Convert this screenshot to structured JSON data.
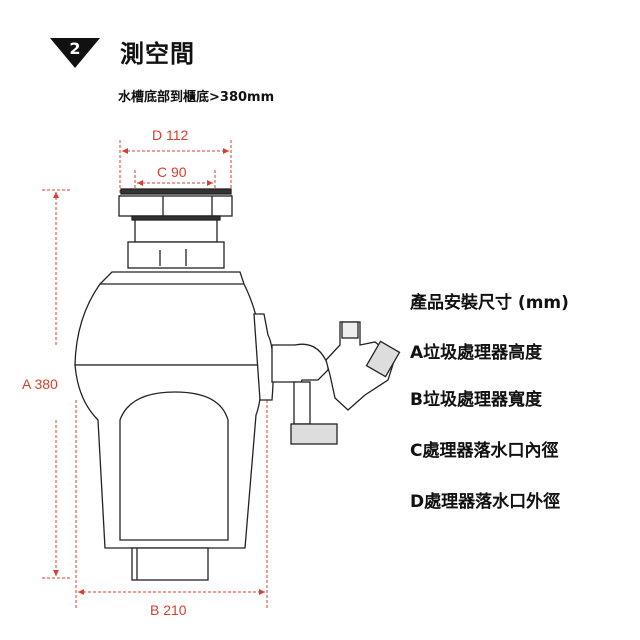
{
  "header": {
    "step_number": "2",
    "title": "測空間",
    "subtitle": "水槽底部到櫃底>380mm"
  },
  "dimensions": {
    "d": "D 112",
    "c": "C 90",
    "a": "A 380",
    "b": "B 210",
    "color": "#d7402e"
  },
  "specs": {
    "heading": "產品安裝尺寸 (mm)",
    "items": [
      "A垃圾處理器高度",
      "B垃圾處理器寬度",
      "C處理器落水口內徑",
      "D處理器落水口外徑"
    ]
  }
}
